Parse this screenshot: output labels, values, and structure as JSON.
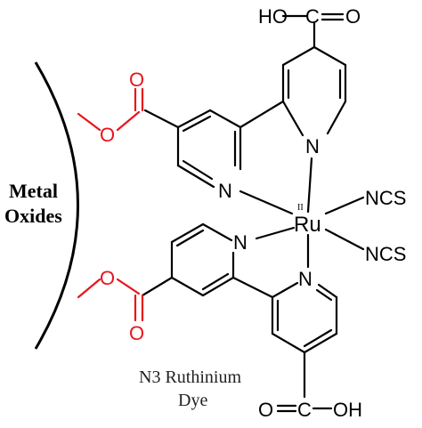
{
  "surface_label": {
    "line1": "Metal",
    "line2": "Oxides"
  },
  "center_metal": {
    "symbol": "Ru",
    "oxidation_state": "II"
  },
  "ligands": {
    "ncs_upper": "NCS",
    "ncs_lower": "NCS",
    "n_label": "N",
    "cooh_top": {
      "ho": "HO",
      "o": "O",
      "c": "C"
    },
    "cooh_bottom": {
      "o": "O",
      "c": "C",
      "oh": "OH"
    },
    "ester_upper": {
      "o_double": "O",
      "o_single": "O"
    },
    "ester_lower": {
      "o_double": "O",
      "o_single": "O"
    }
  },
  "caption": {
    "line1": "N3 Ruthinium",
    "line2": "Dye"
  },
  "colors": {
    "bond": "#000000",
    "anchor": "#e8141b"
  }
}
